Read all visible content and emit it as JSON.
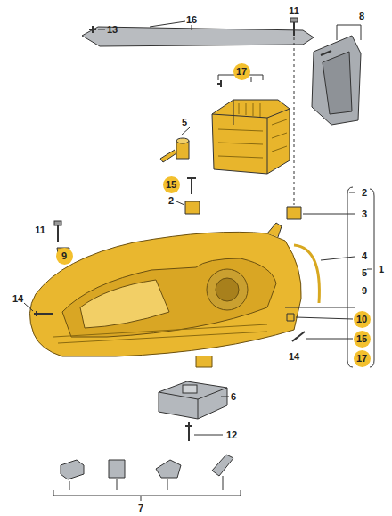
{
  "diagram": {
    "nodes": [
      {
        "text": [
          "17"
        ]
      },
      {
        "text": [
          "15"
        ]
      },
      {
        "text": [
          "9"
        ]
      },
      {
        "text": [
          "10"
        ]
      },
      {
        "text": [
          "15"
        ]
      },
      {
        "text": [
          "17"
        ]
      }
    ],
    "labels": [
      "11",
      "13",
      "16",
      "8",
      "5",
      "2",
      "2",
      "3",
      "11",
      "4",
      "5",
      "1",
      "9",
      "14",
      "6",
      "14",
      "12",
      "7"
    ]
  }
}
